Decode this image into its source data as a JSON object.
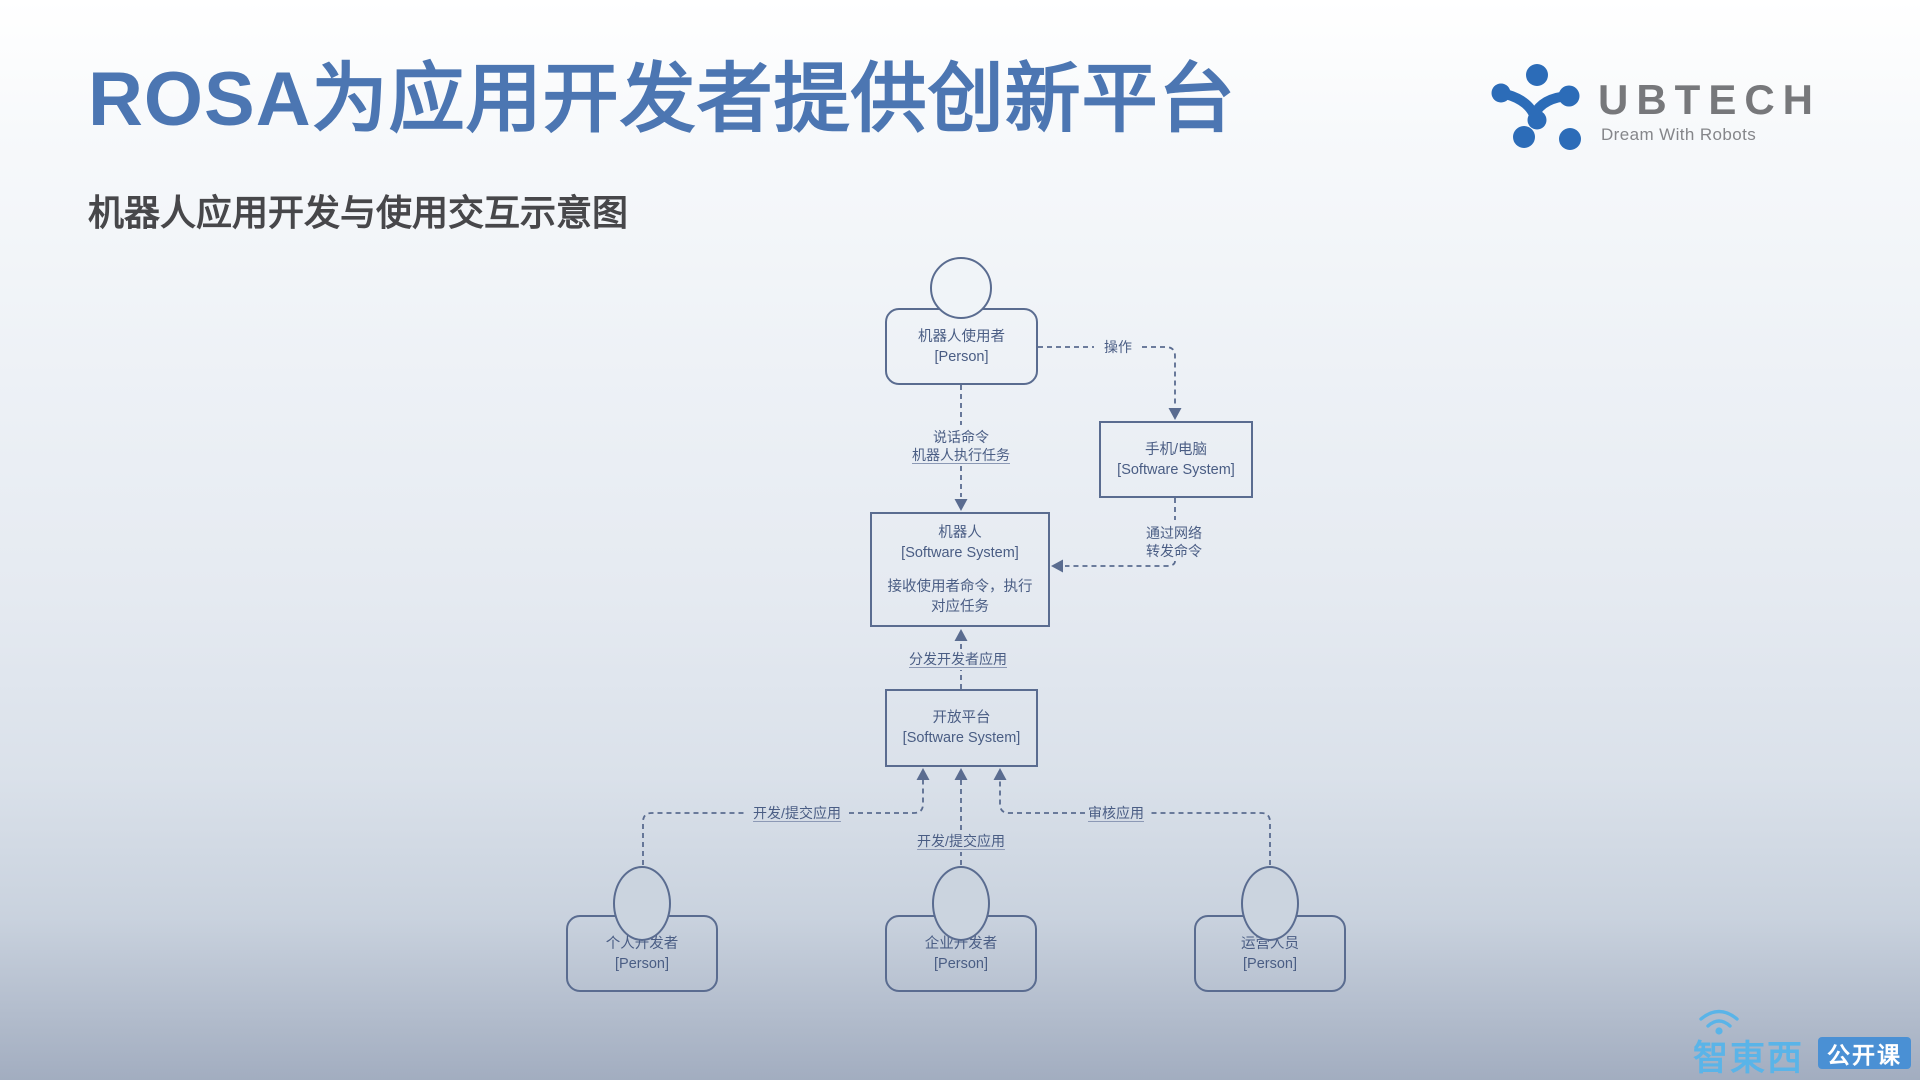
{
  "slide": {
    "title": "ROSA为应用开发者提供创新平台",
    "subtitle": "机器人应用开发与使用交互示意图",
    "title_color": "#4c76b2",
    "subtitle_color": "#47474a"
  },
  "brand": {
    "name": "UBTECH",
    "tagline": "Dream With Robots",
    "mark_color": "#2c6cb8",
    "word_color": "#77787b"
  },
  "diagram": {
    "colors": {
      "line": "#5a6c90",
      "text": "#4a5d84"
    },
    "nodes": {
      "robot_user": {
        "name": "机器人使用者",
        "type": "[Person]"
      },
      "phone": {
        "name": "手机/电脑",
        "type": "[Software System]"
      },
      "robot": {
        "name": "机器人",
        "type": "[Software System]",
        "desc1": "接收使用者命令，执行",
        "desc2": "对应任务"
      },
      "platform": {
        "name": "开放平台",
        "type": "[Software System]"
      },
      "individual_dev": {
        "name": "个人开发者",
        "type": "[Person]"
      },
      "enterprise_dev": {
        "name": "企业开发者",
        "type": "[Person]"
      },
      "ops": {
        "name": "运营人员",
        "type": "[Person]"
      }
    },
    "edges": {
      "operate": "操作",
      "speak1": "说话命令",
      "speak2": "机器人执行任务",
      "network1": "通过网络",
      "network2": "转发命令",
      "distribute": "分发开发者应用",
      "submit_left": "开发/提交应用",
      "submit_mid": "开发/提交应用",
      "review": "审核应用"
    }
  },
  "footer": {
    "logo_text": "智東西",
    "badge_text": "公开课",
    "logo_color": "#5ab4e8",
    "badge_color": "#4a90d4"
  }
}
